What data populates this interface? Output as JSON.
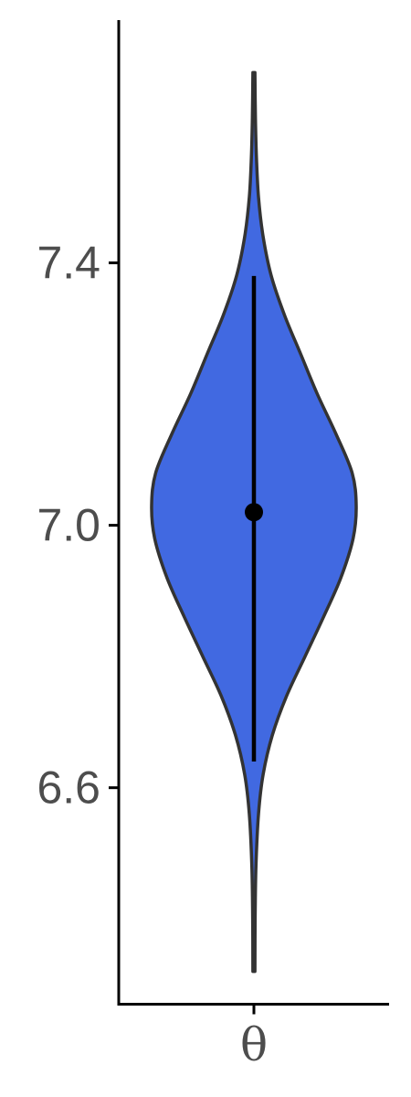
{
  "chart_data": {
    "type": "violin",
    "title": "",
    "xlabel": "",
    "ylabel": "",
    "categories": [
      "θ"
    ],
    "y_ticks": [
      6.6,
      7.0,
      7.4
    ],
    "y_tick_labels": [
      "6.6",
      "7.0",
      "7.4"
    ],
    "ylim": [
      6.27,
      7.77
    ],
    "grid": false,
    "legend": "none",
    "violin": {
      "category": "θ",
      "fill_color": "#4169e1",
      "outline_color": "#333333",
      "y_min": 6.32,
      "y_max": 7.69,
      "density_profile": [
        {
          "y": 6.32,
          "density": 0.01
        },
        {
          "y": 6.4,
          "density": 0.012
        },
        {
          "y": 6.48,
          "density": 0.02
        },
        {
          "y": 6.56,
          "density": 0.045
        },
        {
          "y": 6.62,
          "density": 0.09
        },
        {
          "y": 6.68,
          "density": 0.18
        },
        {
          "y": 6.74,
          "density": 0.32
        },
        {
          "y": 6.8,
          "density": 0.5
        },
        {
          "y": 6.86,
          "density": 0.68
        },
        {
          "y": 6.92,
          "density": 0.85
        },
        {
          "y": 6.98,
          "density": 0.97
        },
        {
          "y": 7.03,
          "density": 1.0
        },
        {
          "y": 7.08,
          "density": 0.96
        },
        {
          "y": 7.14,
          "density": 0.8
        },
        {
          "y": 7.2,
          "density": 0.62
        },
        {
          "y": 7.26,
          "density": 0.46
        },
        {
          "y": 7.32,
          "density": 0.3
        },
        {
          "y": 7.38,
          "density": 0.17
        },
        {
          "y": 7.44,
          "density": 0.09
        },
        {
          "y": 7.5,
          "density": 0.045
        },
        {
          "y": 7.56,
          "density": 0.025
        },
        {
          "y": 7.62,
          "density": 0.015
        },
        {
          "y": 7.69,
          "density": 0.01
        }
      ]
    },
    "point_estimate": {
      "category": "θ",
      "y": 7.02
    },
    "interval": {
      "category": "θ",
      "low": 6.64,
      "high": 7.38
    }
  }
}
